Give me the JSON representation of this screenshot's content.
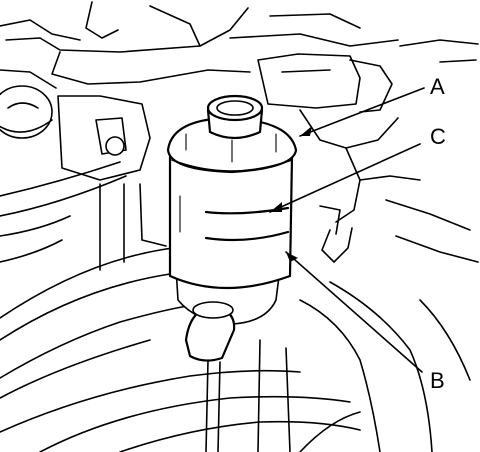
{
  "figure": {
    "callouts": [
      {
        "id": "a",
        "label": "A"
      },
      {
        "id": "b",
        "label": "B"
      },
      {
        "id": "c",
        "label": "C"
      }
    ]
  },
  "colors": {
    "line": "#000000",
    "background": "#ffffff"
  }
}
